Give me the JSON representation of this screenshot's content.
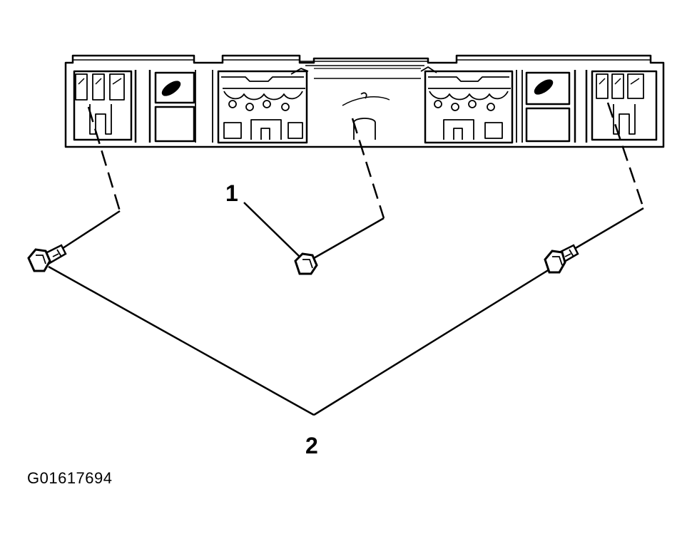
{
  "diagram": {
    "callouts": [
      {
        "number": "1",
        "part": "nut"
      },
      {
        "number": "2",
        "part": "bolts"
      }
    ],
    "figure_id": "G01617694",
    "colors": {
      "line": "#000000",
      "background": "#ffffff"
    }
  }
}
